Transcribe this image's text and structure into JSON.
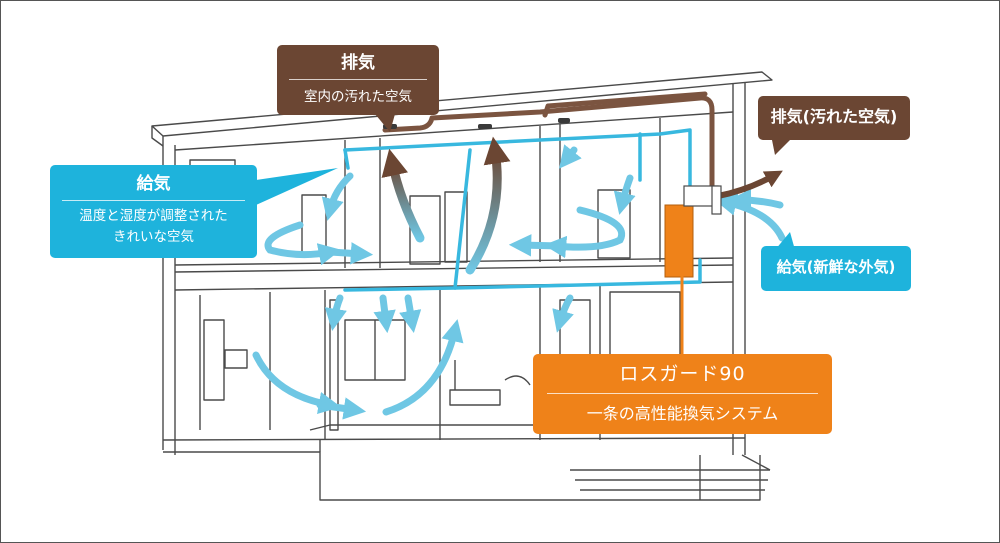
{
  "callouts": {
    "exhaust_indoor": {
      "title": "排気",
      "subtitle": "室内の汚れた空気"
    },
    "supply_indoor": {
      "title": "給気",
      "subtitle_line1": "温度と湿度が調整された",
      "subtitle_line2": "きれいな空気"
    },
    "exhaust_outdoor": {
      "title": "排気(汚れた空気)"
    },
    "supply_outdoor": {
      "title": "給気(新鮮な外気)"
    },
    "losguard": {
      "title": "ロスガード90",
      "subtitle": "一条の高性能換気システム"
    }
  },
  "colors": {
    "exhaust": "#6b4633",
    "supply": "#1eb3dc",
    "unit": "#ef8219",
    "line": "#4a4a4a"
  }
}
